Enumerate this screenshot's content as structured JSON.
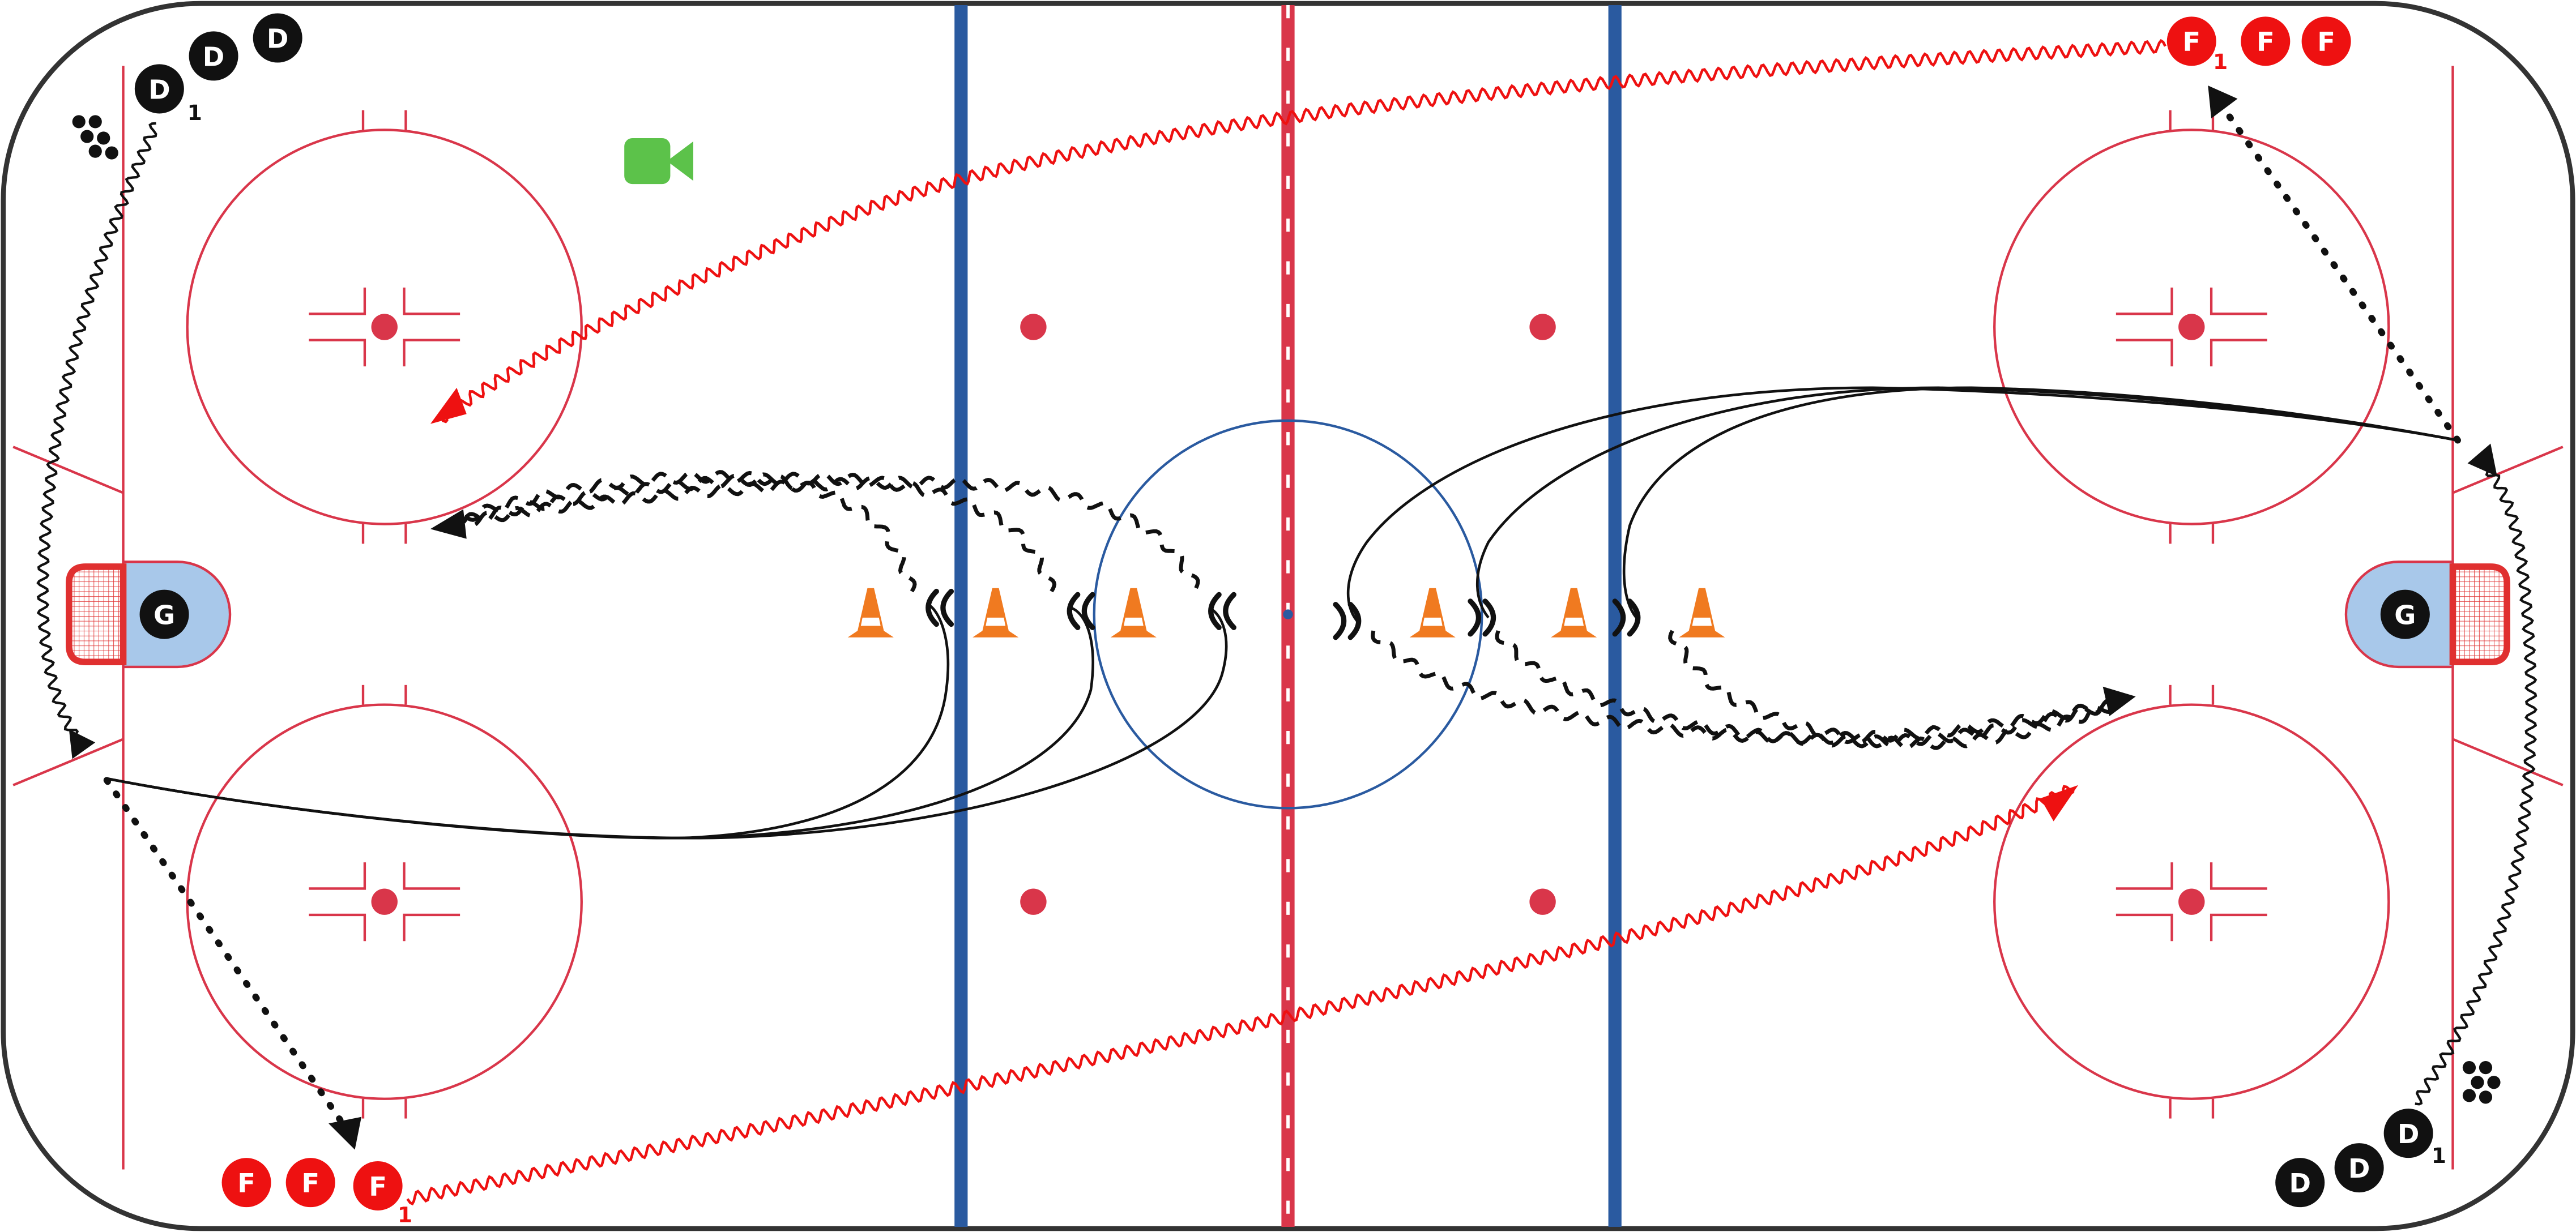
{
  "players": {
    "f1_top_right": "F",
    "f2_top_right": "F",
    "f3_top_right": "F",
    "f1_bottom_left": "F",
    "f2_bottom_left": "F",
    "f3_bottom_left": "F",
    "d1_top_left": "D",
    "d2_top_left": "D",
    "d3_top_left": "D",
    "d1_bottom_right": "D",
    "d2_bottom_right": "D",
    "d3_bottom_right": "D",
    "goalie_left": "G",
    "goalie_right": "G"
  },
  "subscripts": {
    "top_left_d": "1",
    "top_right_f": "1",
    "bottom_left_f": "1",
    "bottom_right_d": "1"
  },
  "colors": {
    "red_line": "#d9364a",
    "blue_line": "#2a5aa0",
    "forward_red": "#ee1111",
    "defense_black": "#111111",
    "cone_orange": "#f07a20",
    "crease_blue": "#a8c8ea",
    "camera_green": "#5cc24a"
  },
  "icons": {
    "camera": "video-camera-icon",
    "cone": "cone-icon",
    "puck_pile": "puck-pile-icon"
  }
}
